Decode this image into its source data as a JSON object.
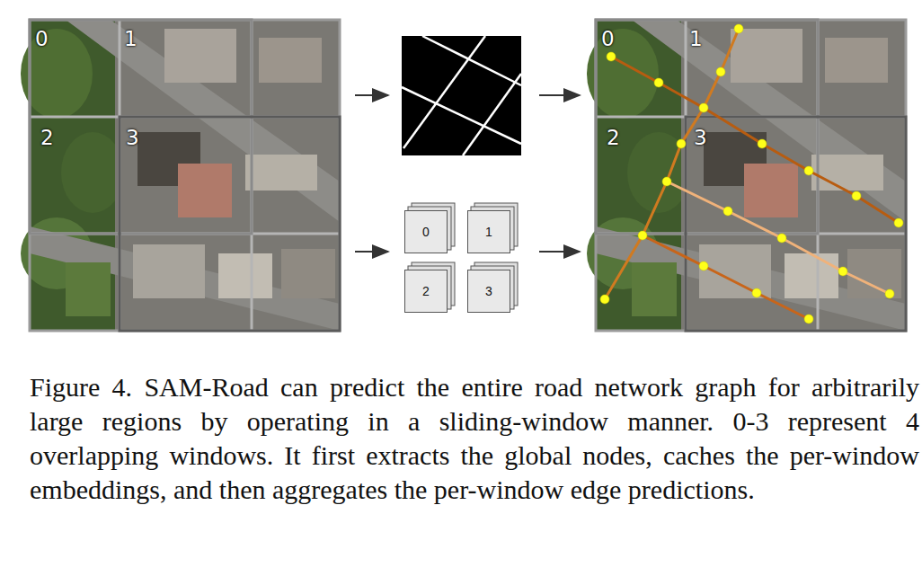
{
  "diagram": {
    "caption": "Figure 4. SAM-Road can predict the entire road network graph for arbitrarily large regions by operating in a sliding-window manner. 0-3 represent 4 overlapping windows. It first extracts the global nodes, caches the per-window embeddings, and then aggregates the per-window edge predictions.",
    "nodes": [
      {
        "text": [
          "0"
        ]
      },
      {
        "text": [
          "1"
        ]
      },
      {
        "text": [
          "2"
        ]
      },
      {
        "text": [
          "3"
        ]
      }
    ],
    "labels": [
      "0",
      "1",
      "2",
      "3",
      "0",
      "1",
      "2",
      "3"
    ]
  }
}
